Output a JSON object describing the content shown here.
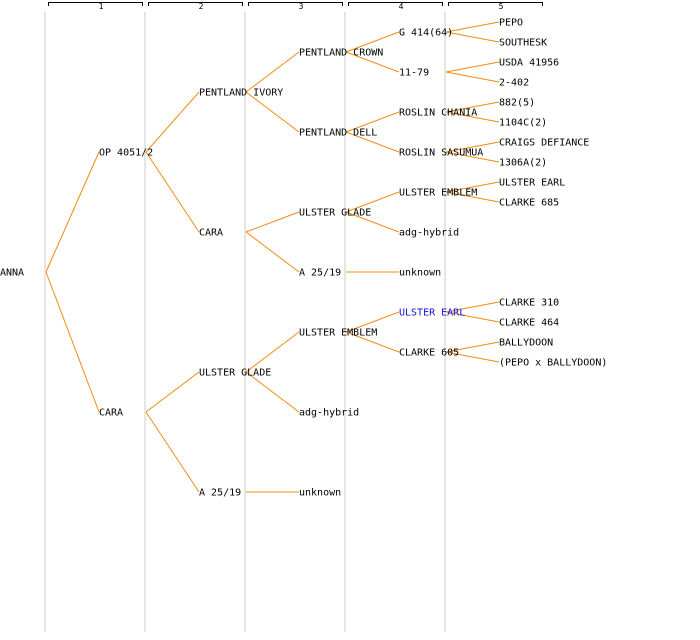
{
  "colors": {
    "link": "#f08c10",
    "text": "#000000",
    "highlight": "#1010d8",
    "column_line": "#e6e6e6",
    "background": "#ffffff"
  },
  "generations": [
    "1",
    "2",
    "3",
    "4",
    "5"
  ],
  "root": {
    "name": "ANNA",
    "children": [
      {
        "name": "OP 4051/2",
        "children": [
          {
            "name": "PENTLAND IVORY",
            "children": [
              {
                "name": "PENTLAND CROWN",
                "children": [
                  {
                    "name": "G 414(64)",
                    "children": [
                      {
                        "name": "PEPO"
                      },
                      {
                        "name": "SOUTHESK"
                      }
                    ]
                  },
                  {
                    "name": "11-79",
                    "children": [
                      {
                        "name": "USDA 41956"
                      },
                      {
                        "name": "2-402"
                      }
                    ]
                  }
                ]
              },
              {
                "name": "PENTLAND DELL",
                "children": [
                  {
                    "name": "ROSLIN CHANIA",
                    "children": [
                      {
                        "name": "882(5)"
                      },
                      {
                        "name": "1104C(2)"
                      }
                    ]
                  },
                  {
                    "name": "ROSLIN SASUMUA",
                    "children": [
                      {
                        "name": "CRAIGS DEFIANCE"
                      },
                      {
                        "name": "1306A(2)"
                      }
                    ]
                  }
                ]
              }
            ]
          },
          {
            "name": "CARA",
            "children": [
              {
                "name": "ULSTER GLADE",
                "children": [
                  {
                    "name": "ULSTER EMBLEM",
                    "children": [
                      {
                        "name": "ULSTER EARL"
                      },
                      {
                        "name": "CLARKE 685"
                      }
                    ]
                  },
                  {
                    "name": "adg-hybrid"
                  }
                ]
              },
              {
                "name": "A 25/19",
                "children": [
                  {
                    "name": "unknown"
                  }
                ]
              }
            ]
          }
        ]
      },
      {
        "name": "CARA",
        "children": [
          {
            "name": "ULSTER GLADE",
            "children": [
              {
                "name": "ULSTER EMBLEM",
                "children": [
                  {
                    "name": "ULSTER EARL",
                    "highlight": true,
                    "children": [
                      {
                        "name": "CLARKE 310"
                      },
                      {
                        "name": "CLARKE 464"
                      }
                    ]
                  },
                  {
                    "name": "CLARKE 605",
                    "children": [
                      {
                        "name": "BALLYDOON"
                      },
                      {
                        "name": "(PEPO x BALLYDOON)"
                      }
                    ]
                  }
                ]
              },
              {
                "name": "adg-hybrid"
              }
            ]
          },
          {
            "name": "A 25/19",
            "children": [
              {
                "name": "unknown"
              }
            ]
          }
        ]
      }
    ]
  }
}
